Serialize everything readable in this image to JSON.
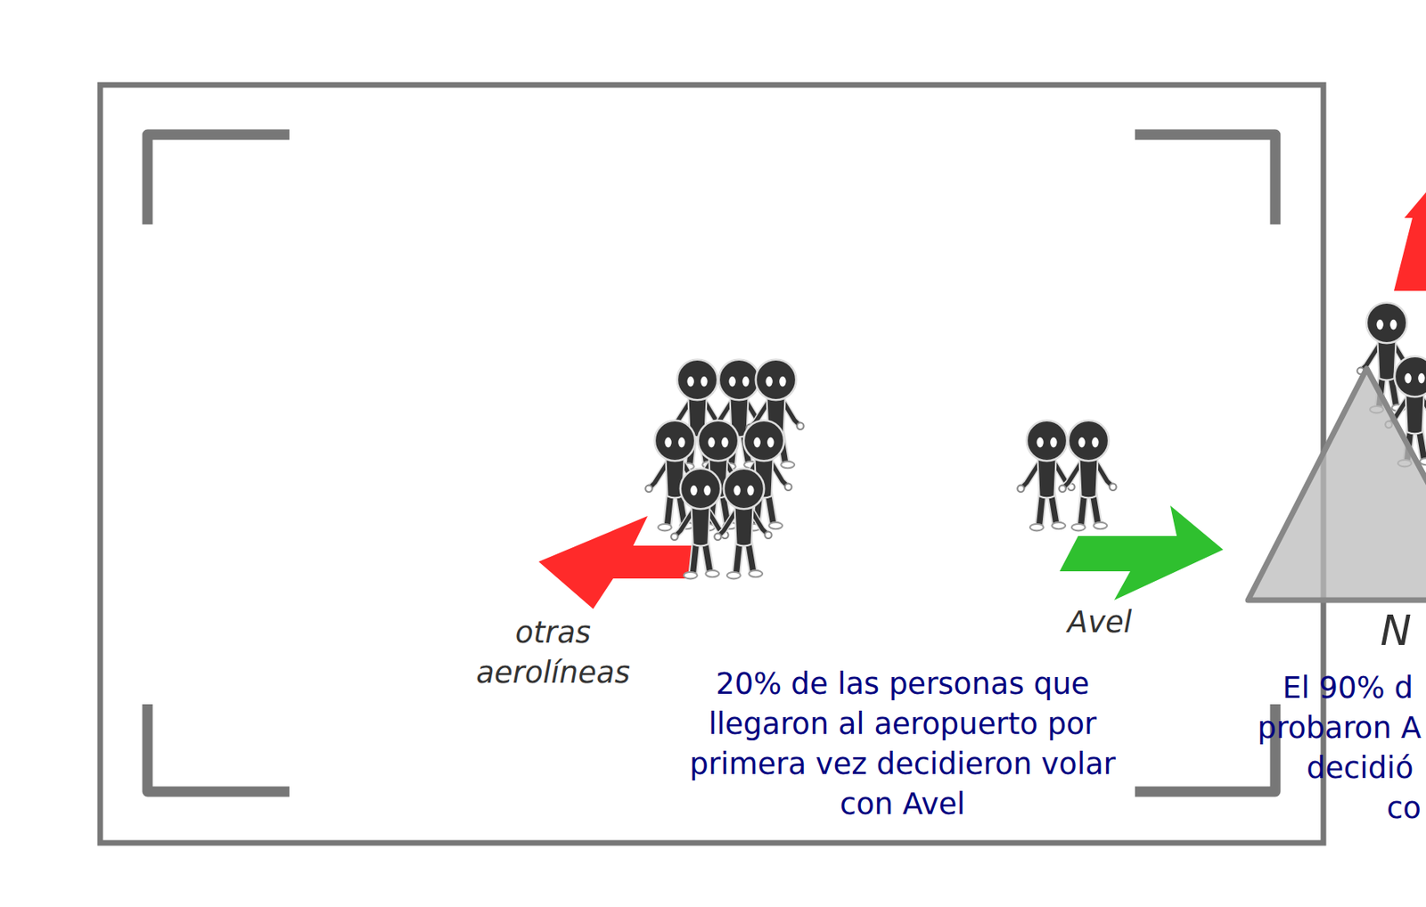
{
  "diagram": {
    "labels": [
      "otras aerolíneas",
      "Avel",
      "20% de las personas que llegaron al aeropuerto por primera vez decidieron volar con Avel",
      "N",
      "El 90% d",
      "probaron A",
      "decidió",
      "co"
    ]
  }
}
